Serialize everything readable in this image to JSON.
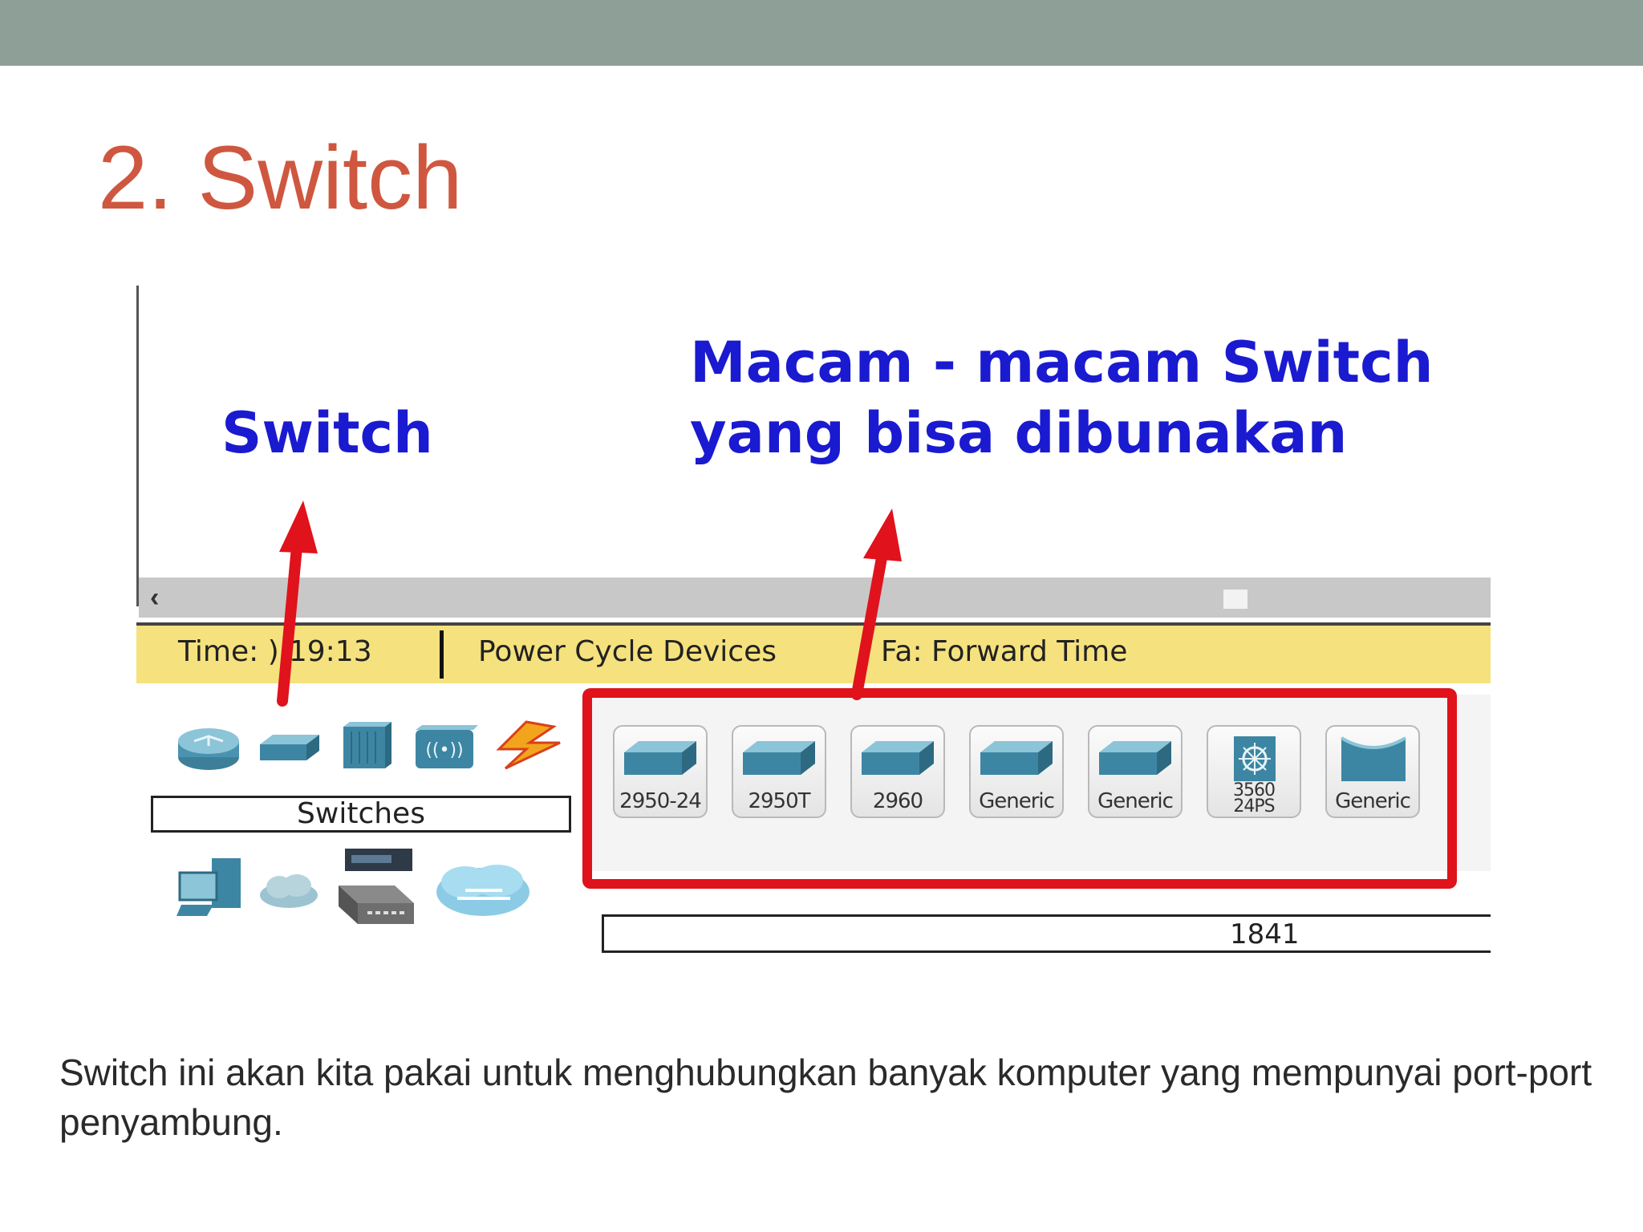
{
  "slide": {
    "title": "2. Switch",
    "caption": "Switch ini akan kita pakai untuk menghubungkan banyak komputer yang mempunyai port-port penyambung."
  },
  "screenshot": {
    "annotations": {
      "switch_label": "Switch",
      "types_line1": "Macam - macam Switch",
      "types_line2": "yang bisa dibunakan",
      "arrow_color": "#e0121c",
      "text_color": "#1a1ad0"
    },
    "scrollbar": {
      "left_icon": "chevron-left-icon"
    },
    "status": {
      "time_text": "Time: ",
      "time_value": "):19:13",
      "power_cycle": "Power Cycle Devices",
      "fast_forward_prefix": "Fa",
      "fast_forward_suffix": ": Forward Time"
    },
    "categories_top": [
      "router-icon",
      "switch-icon",
      "hub-icon",
      "wireless-device-icon",
      "connection-icon"
    ],
    "category_label": "Switches",
    "categories_bottom": [
      "end-device-icon",
      "wan-cloud-icon",
      "custom-device-icon",
      "multiuser-cloud-icon"
    ],
    "devices": [
      {
        "label": "2950-24",
        "icon": "switch-icon"
      },
      {
        "label": "2950T",
        "icon": "switch-icon"
      },
      {
        "label": "2960",
        "icon": "switch-icon"
      },
      {
        "label": "Generic",
        "icon": "switch-icon"
      },
      {
        "label": "Generic",
        "icon": "switch-icon"
      },
      {
        "label_line1": "3560",
        "label_line2": "24PS",
        "icon": "multilayer-switch-icon"
      },
      {
        "label": "Generic",
        "icon": "bridge-icon"
      }
    ],
    "model_field": "1841"
  }
}
